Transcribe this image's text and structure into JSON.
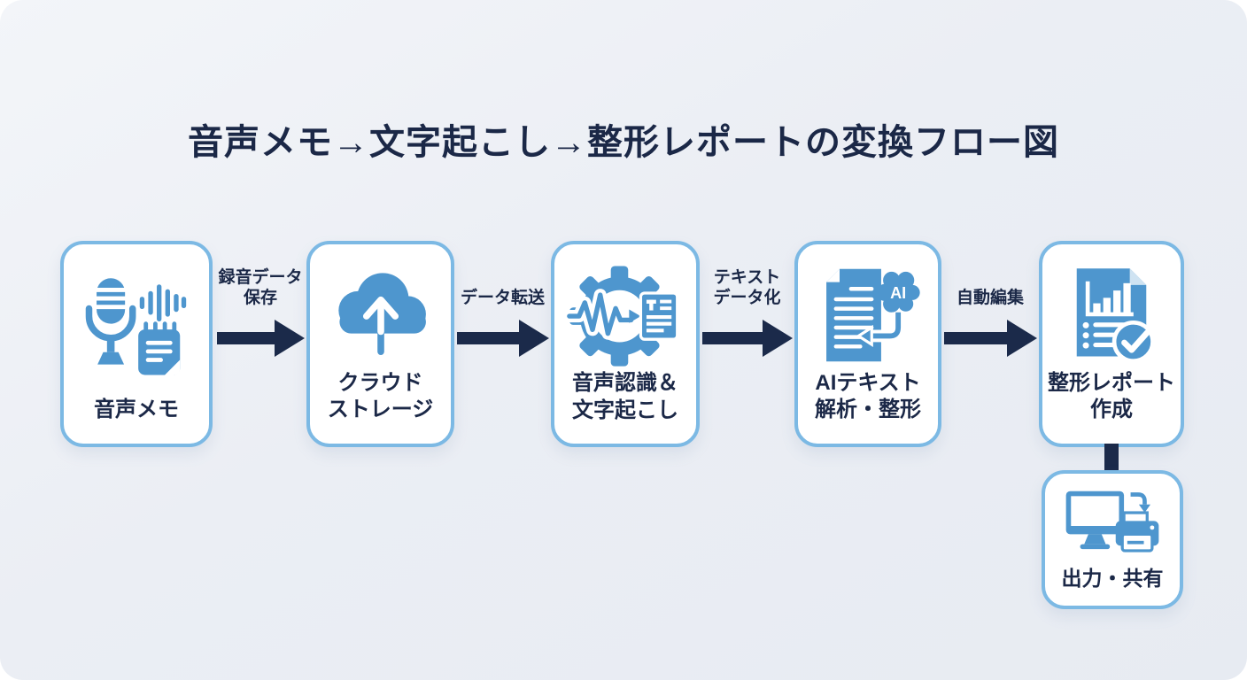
{
  "title": "音声メモ→文字起こし→整形レポートの変換フロー図",
  "colors": {
    "icon_blue": "#4E96CE",
    "box_border_blue": "#7CB9E4",
    "arrow_navy": "#1B2A4A",
    "text_navy": "#1B2847",
    "box_bg": "#FFFFFF",
    "canvas_bg": "#EBEEF4"
  },
  "flow": {
    "nodes": [
      {
        "id": "voice-memo",
        "icon": "microphone-waveform-notepad-icon",
        "label_lines": [
          "音声メモ"
        ]
      },
      {
        "id": "cloud-storage",
        "icon": "cloud-upload-icon",
        "label_lines": [
          "クラウド",
          "ストレージ"
        ]
      },
      {
        "id": "speech-recognition",
        "icon": "gear-transcription-icon",
        "label_lines": [
          "音声認識＆",
          "文字起こし"
        ]
      },
      {
        "id": "ai-text-analysis",
        "icon": "ai-document-icon",
        "label_lines": [
          "AIテキスト",
          "解析・整形"
        ]
      },
      {
        "id": "report-creation",
        "icon": "report-check-icon",
        "label_lines": [
          "整形レポート",
          "作成"
        ]
      },
      {
        "id": "output-share",
        "icon": "monitor-printer-icon",
        "label_lines": [
          "出力・共有"
        ]
      }
    ],
    "arrows": [
      {
        "label_lines": [
          "録音データ",
          "保存"
        ]
      },
      {
        "label_lines": [
          "データ転送"
        ]
      },
      {
        "label_lines": [
          "テキスト",
          "データ化"
        ]
      },
      {
        "label_lines": [
          "自動編集"
        ]
      }
    ]
  }
}
